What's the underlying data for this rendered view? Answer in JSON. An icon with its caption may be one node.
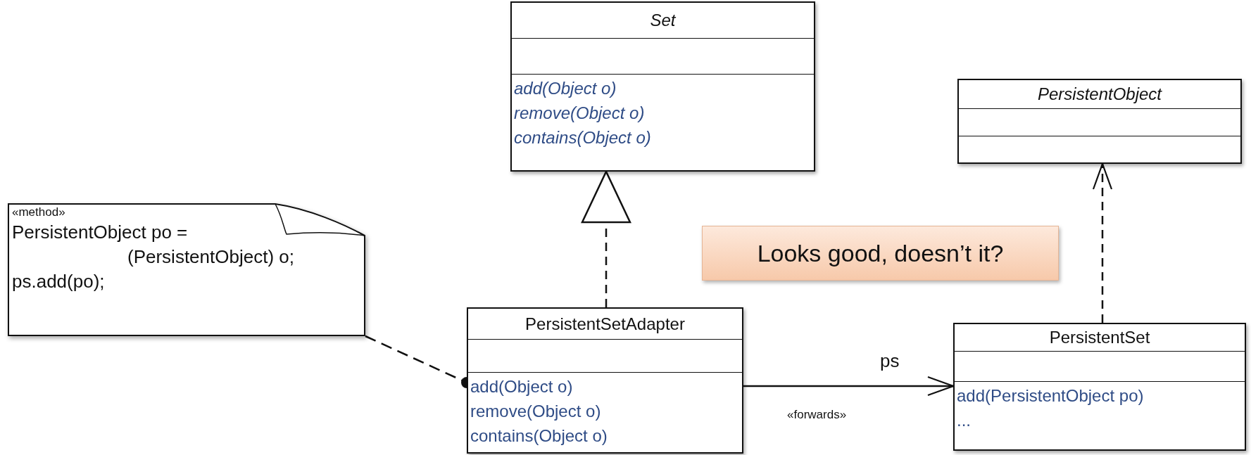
{
  "diagram": {
    "nodes": [
      {
        "text": [
          "Set",
          "add(Object o)",
          "remove(Object o)",
          "contains(Object o)"
        ]
      },
      {
        "text": [
          "PersistentObject"
        ]
      },
      {
        "text": [
          "«method»",
          "PersistentObject po =",
          "(PersistentObject) o;",
          "ps.add(po);"
        ]
      },
      {
        "text": [
          "Looks good, doesn’t it?"
        ]
      },
      {
        "text": [
          "PersistentSetAdapter",
          "add(Object o)",
          "remove(Object o)",
          "contains(Object o)"
        ]
      },
      {
        "text": [
          "PersistentSet",
          "add(PersistentObject po)",
          "..."
        ]
      }
    ],
    "edges": [
      {
        "from": 4,
        "to": 0,
        "arrow": "to",
        "style": "dashed"
      },
      {
        "from": 5,
        "to": 1,
        "arrow": "to",
        "style": "dashed"
      },
      {
        "from": 4,
        "to": 5,
        "arrow": "to",
        "label": "ps"
      },
      {
        "from": 2,
        "to": 4,
        "arrow": "other",
        "style": "dashed"
      }
    ],
    "labels": [
      "«forwards»"
    ]
  }
}
